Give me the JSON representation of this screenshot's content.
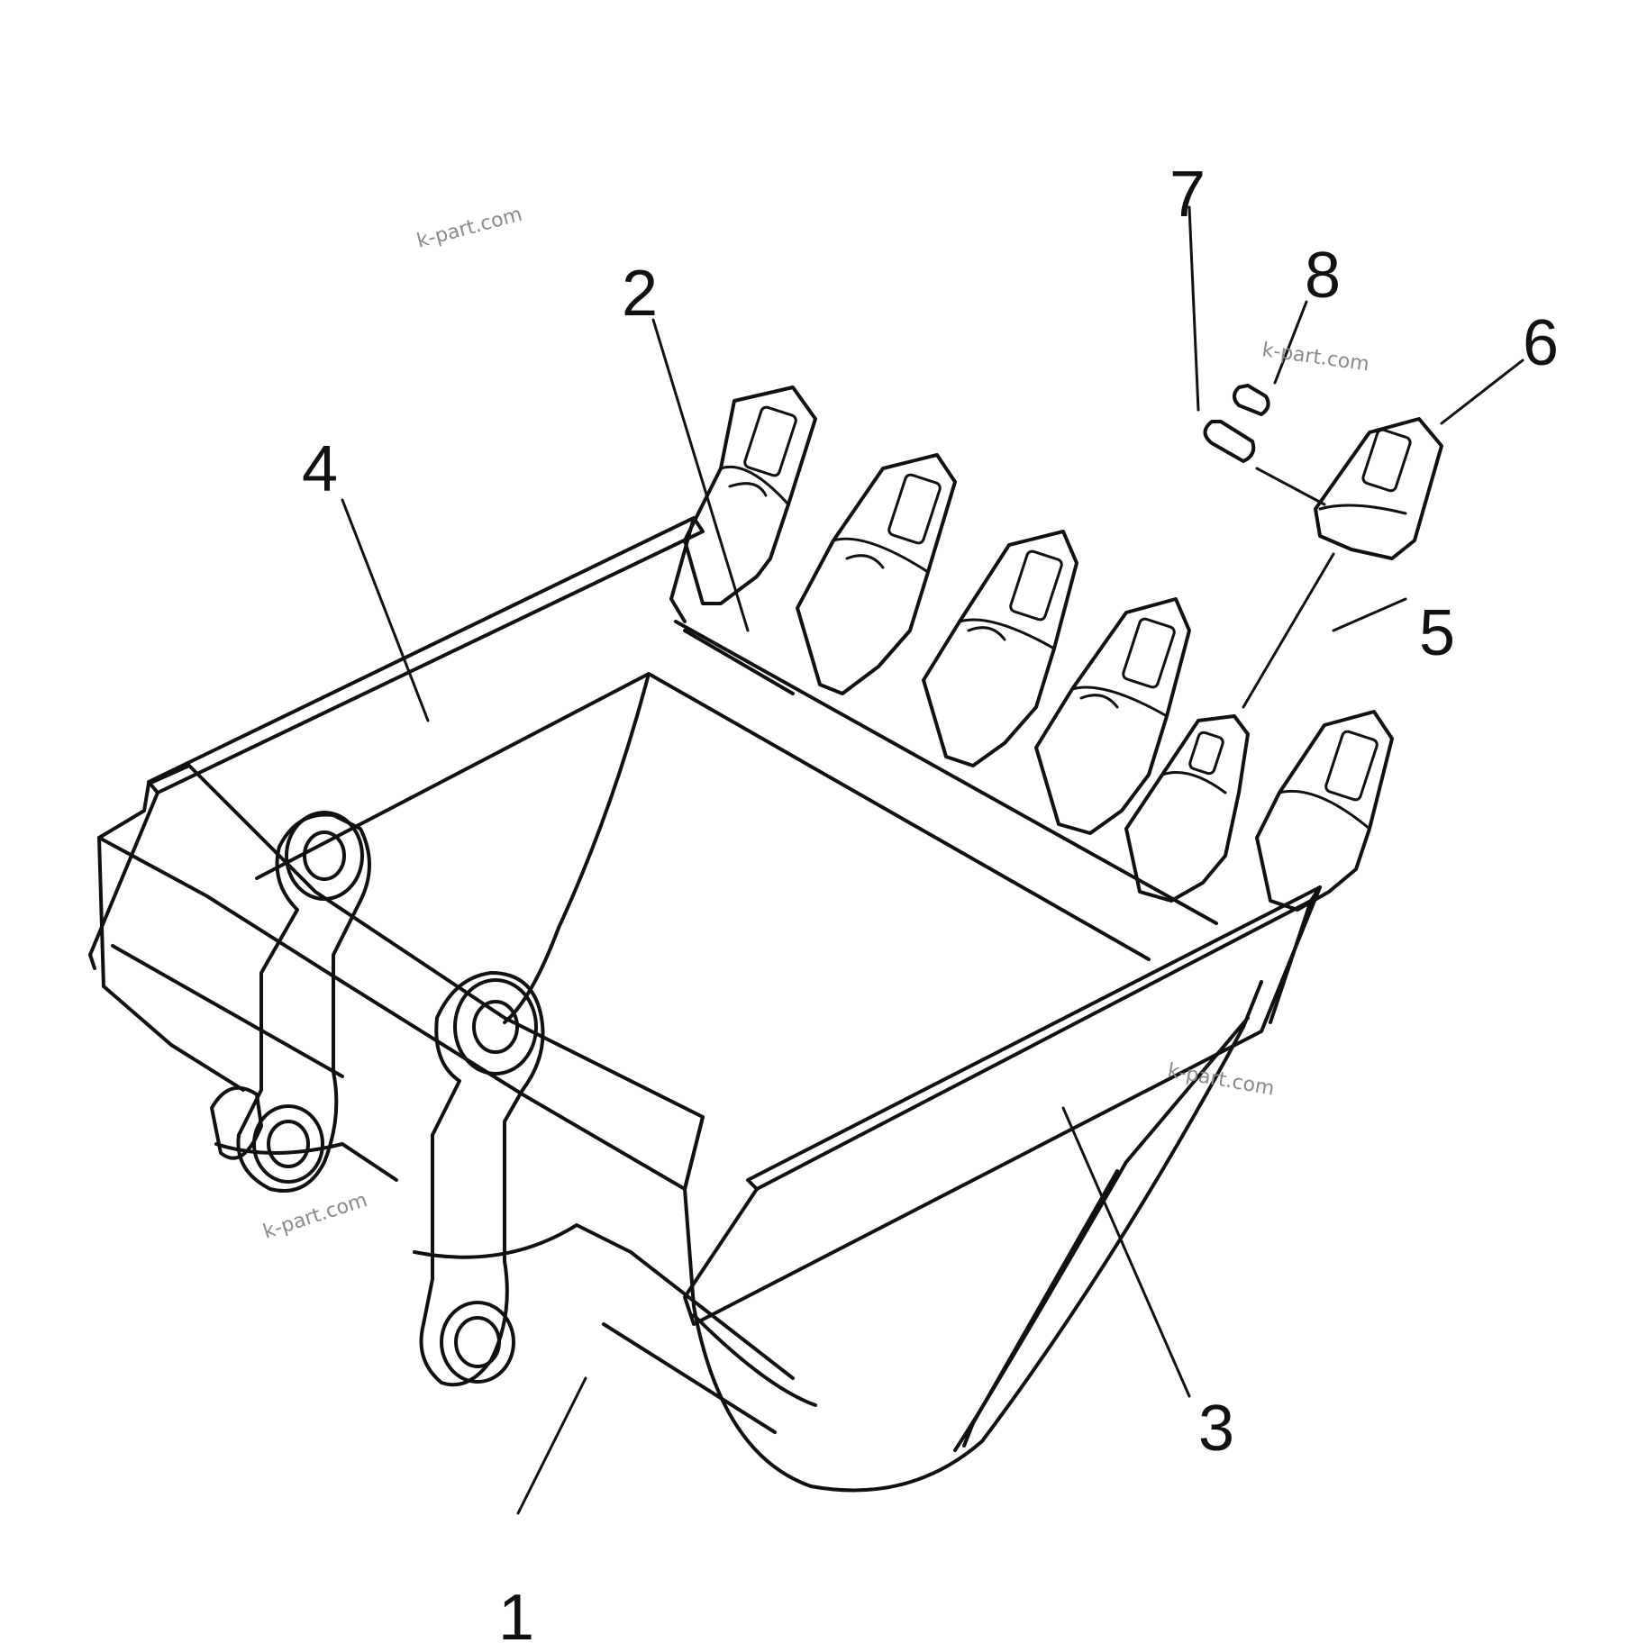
{
  "callouts": [
    {
      "id": "1",
      "label": "1"
    },
    {
      "id": "2",
      "label": "2"
    },
    {
      "id": "3",
      "label": "3"
    },
    {
      "id": "4",
      "label": "4"
    },
    {
      "id": "5",
      "label": "5"
    },
    {
      "id": "6",
      "label": "6"
    },
    {
      "id": "7",
      "label": "7"
    },
    {
      "id": "8",
      "label": "8"
    }
  ],
  "watermarks": [
    "k-part.com",
    "k-part.com",
    "k-part.com",
    "k-part.com"
  ],
  "colors": {
    "line": "#111111",
    "background": "#ffffff",
    "watermark": "#8a8a8a"
  }
}
